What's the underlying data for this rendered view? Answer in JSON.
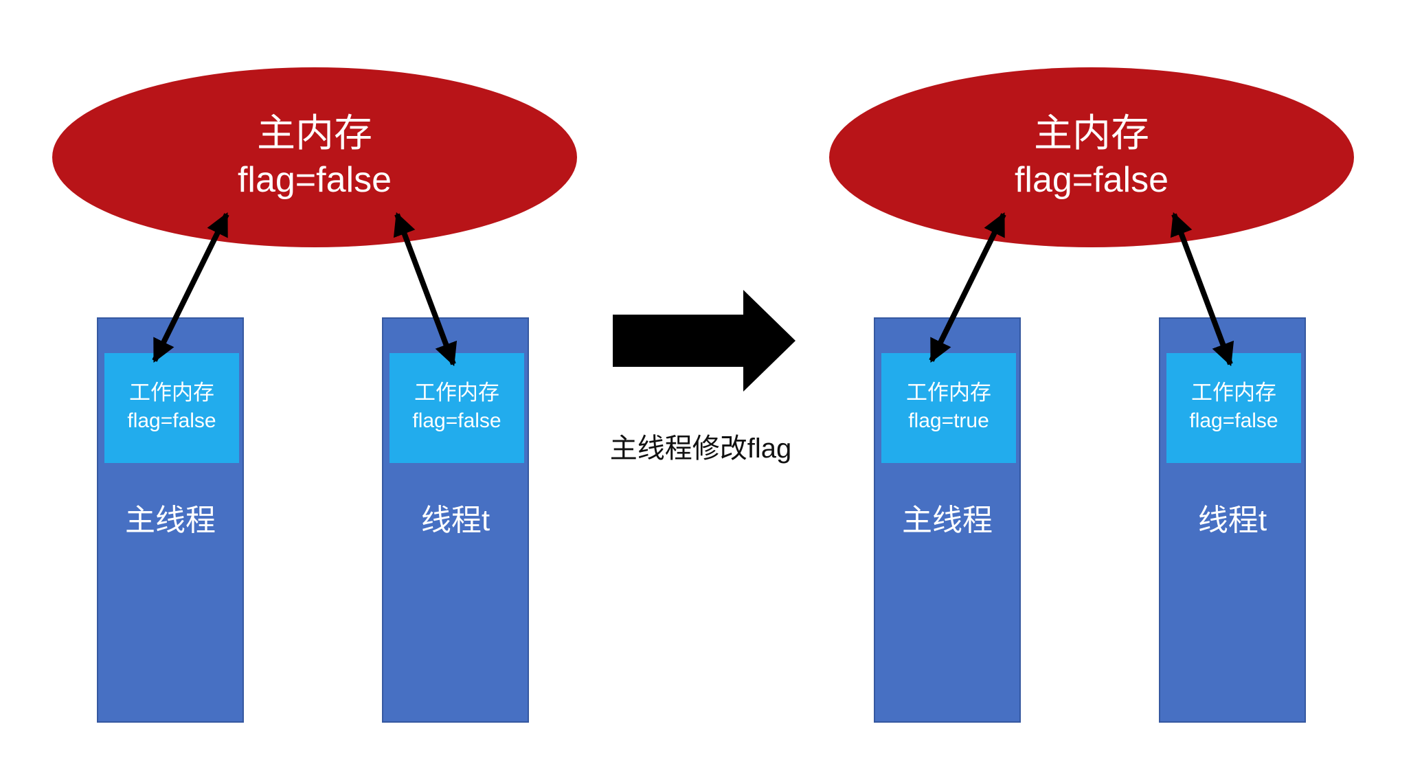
{
  "before": {
    "main_memory": {
      "title": "主内存",
      "flag": "flag=false"
    },
    "threads": [
      {
        "work_memory": {
          "title": "工作内存",
          "flag": "flag=false"
        },
        "label": "主线程"
      },
      {
        "work_memory": {
          "title": "工作内存",
          "flag": "flag=false"
        },
        "label": "线程t"
      }
    ]
  },
  "transition": {
    "label": "主线程修改flag"
  },
  "after": {
    "main_memory": {
      "title": "主内存",
      "flag": "flag=false"
    },
    "threads": [
      {
        "work_memory": {
          "title": "工作内存",
          "flag": "flag=true"
        },
        "label": "主线程"
      },
      {
        "work_memory": {
          "title": "工作内存",
          "flag": "flag=false"
        },
        "label": "线程t"
      }
    ]
  },
  "colors": {
    "main_memory": "#b81418",
    "thread": "#4770c3",
    "work_memory": "#22aced",
    "arrow": "#000000"
  }
}
